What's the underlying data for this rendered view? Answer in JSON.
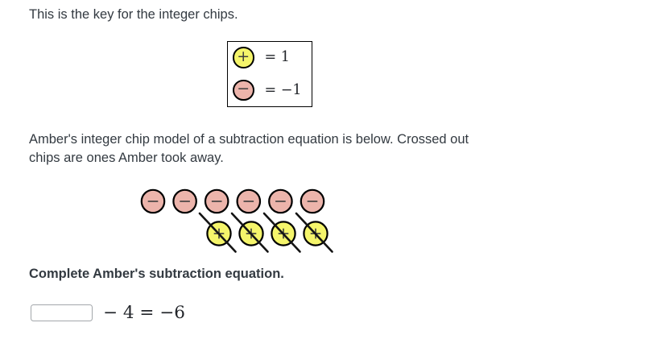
{
  "colors": {
    "page_bg": "#ffffff",
    "body_text": "#333a41",
    "math_text": "#22252a",
    "chip_positive_fill": "#f5f56b",
    "chip_negative_fill": "#ecb4ab",
    "chip_stroke": "#000000",
    "chip_sign": "#3d3d3d",
    "cross_stroke": "#141414",
    "key_box_border": "#000000",
    "input_border": "#a3a7ab"
  },
  "intro": "This is the key for the integer chips.",
  "key": {
    "rows": [
      {
        "chip": "positive-chip",
        "sign": "+",
        "value_label": "= 1"
      },
      {
        "chip": "negative-chip",
        "sign": "−",
        "value_label": "= −1"
      }
    ]
  },
  "description": {
    "lines": [
      "Amber's integer chip model of a subtraction equation is below. Crossed out",
      "chips are ones Amber took away."
    ]
  },
  "chip_model": {
    "rows": [
      {
        "type": "negative",
        "sign": "−",
        "count": 6,
        "crossed": false
      },
      {
        "type": "positive",
        "sign": "+",
        "count": 4,
        "crossed": true
      }
    ]
  },
  "prompt": "Complete Amber's subtraction equation.",
  "equation": {
    "input_value": "",
    "expression_suffix": "− 4 = −6"
  }
}
